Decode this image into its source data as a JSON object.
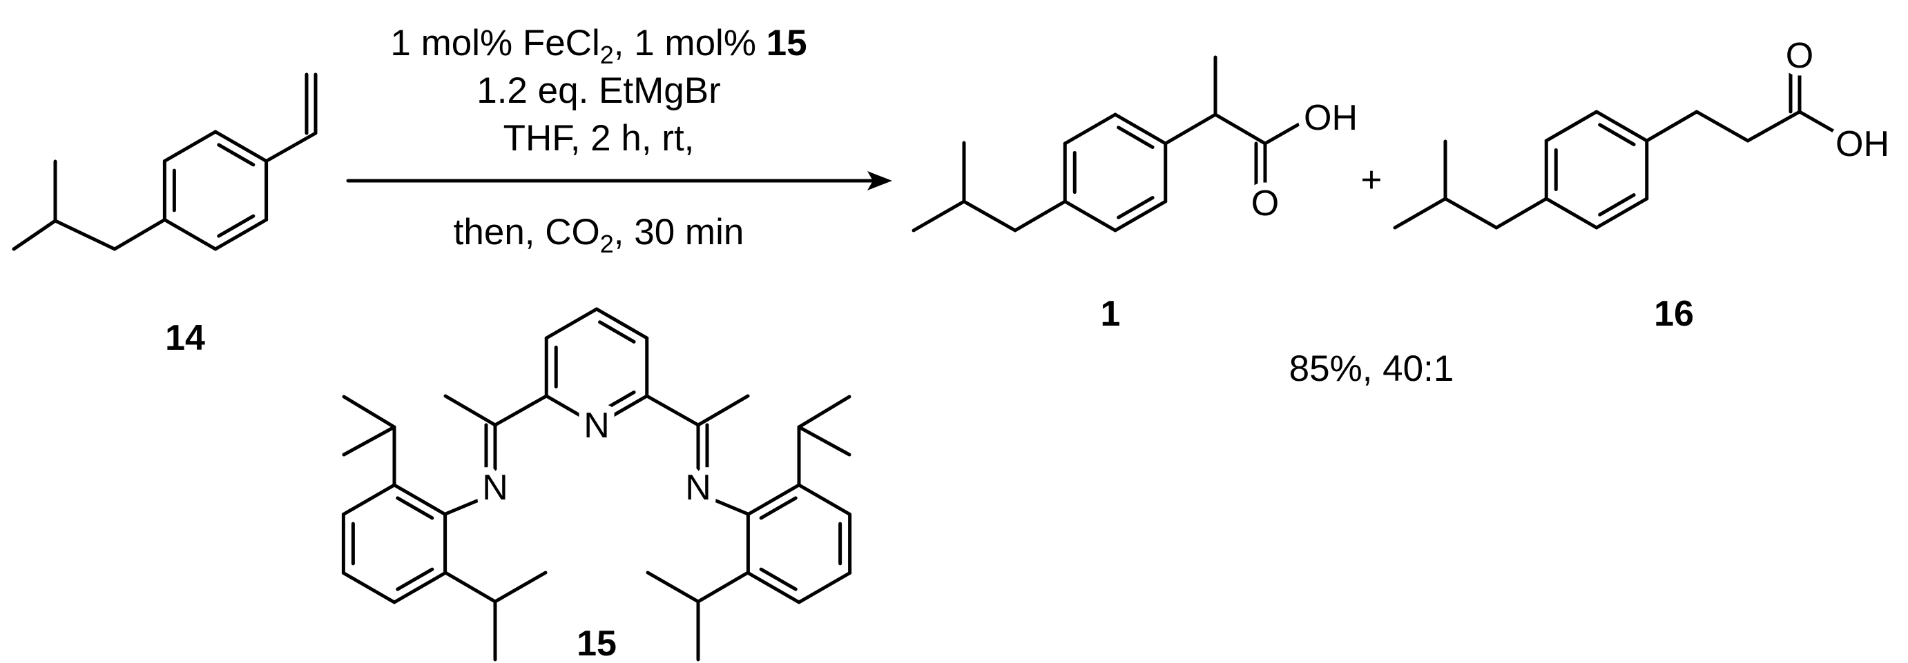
{
  "scheme": {
    "conditions": {
      "line1": {
        "part1": "1 mol% FeCl",
        "sub": "2",
        "part2": ", 1 mol% ",
        "bold": "15"
      },
      "line2": "1.2 eq. EtMgBr",
      "line3": "THF, 2 h, rt,",
      "line4": {
        "part1": "then, CO",
        "sub": "2",
        "part2": ", 30 min"
      }
    },
    "compounds": {
      "starting_material": "14",
      "ligand": "15",
      "product_major": "1",
      "product_minor": "16"
    },
    "plus": "+",
    "result": "85%, 40:1",
    "atoms": {
      "N": "N",
      "O": "O",
      "OH": "OH"
    },
    "colors": {
      "ink": "#000000",
      "background": "#ffffff"
    }
  }
}
